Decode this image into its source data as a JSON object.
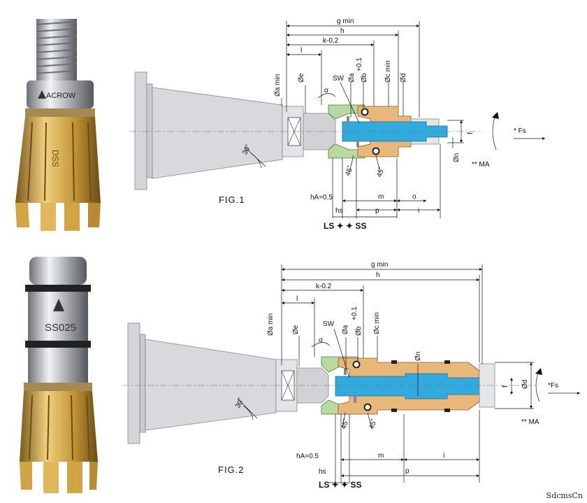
{
  "fig1": {
    "caption": "FIG.1",
    "labels": {
      "g_min": "g min",
      "h": "h",
      "k": "k-0.2",
      "l": "l",
      "a_min": "Øa min",
      "e": "Øe",
      "alpha": "α",
      "sw": "SW",
      "a": "Øa",
      "b": "Øb",
      "b_tol": "+0.1",
      "c_min": "Øc min",
      "d": "Ød",
      "f": "f",
      "n": "Øn",
      "angle30": "30˚",
      "angle45a": "45˚",
      "angle45b": "45˚",
      "ha": "hA=0.5",
      "m": "m",
      "o": "o",
      "hs": "hs",
      "p": "p",
      "i": "i",
      "ls_ss": "LS ✦ ✦ SS",
      "fs": "* Fs",
      "ma": "** MA"
    }
  },
  "fig2": {
    "caption": "FIG.2",
    "labels": {
      "g_min": "g min",
      "h": "h",
      "k": "k-0.2",
      "l": "l",
      "a_min": "Øa min",
      "e": "Øe",
      "alpha": "α",
      "sw": "SW",
      "a": "Øa",
      "b": "Øb",
      "b_tol": "+0.1",
      "c_min": "Øc min",
      "n": "Øn",
      "f": "f",
      "d": "Ød",
      "angle30": "30˚",
      "angle45a": "45˚",
      "angle45b": "45˚",
      "ha": "hA=0.5",
      "m": "m",
      "i": "i",
      "hs": "hs",
      "p": "p",
      "ls_ss": "LS ✦ ✦ SS",
      "fs": "*Fs",
      "ma": "** MA"
    }
  },
  "photos": {
    "photo1_brand": "ACROW",
    "photo1_mark": "DSS",
    "photo2_mark": "SS025"
  },
  "watermark": "SdcmsCn",
  "colors": {
    "brass": "#c9a14a",
    "brass_dark": "#8a6a22",
    "steel": "#c4c7cc",
    "blue": "#33aadd",
    "green": "#b9d9a3",
    "orange": "#e9b77a"
  }
}
